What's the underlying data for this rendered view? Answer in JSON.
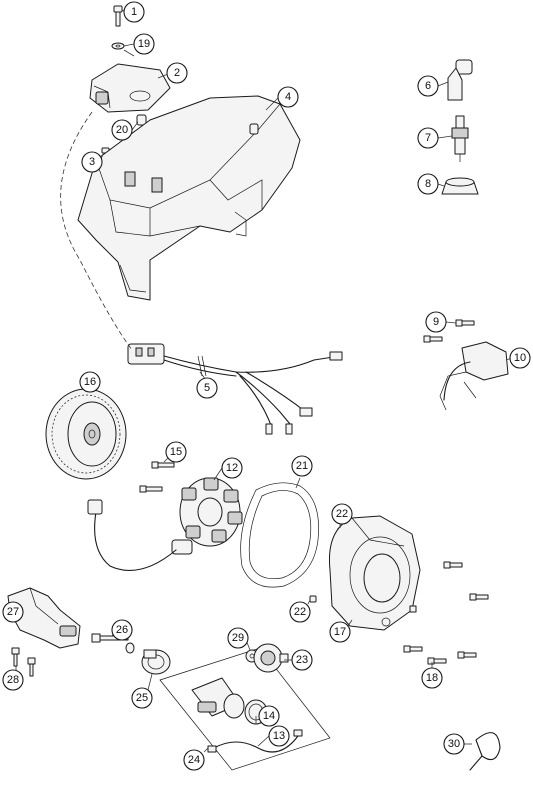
{
  "callouts": [
    {
      "id": "1",
      "label": "1"
    },
    {
      "id": "2",
      "label": "2"
    },
    {
      "id": "3",
      "label": "3"
    },
    {
      "id": "4",
      "label": "4"
    },
    {
      "id": "5",
      "label": "5"
    },
    {
      "id": "6",
      "label": "6"
    },
    {
      "id": "7",
      "label": "7"
    },
    {
      "id": "8",
      "label": "8"
    },
    {
      "id": "9",
      "label": "9"
    },
    {
      "id": "10",
      "label": "10"
    },
    {
      "id": "12",
      "label": "12"
    },
    {
      "id": "13",
      "label": "13"
    },
    {
      "id": "14",
      "label": "14"
    },
    {
      "id": "15",
      "label": "15"
    },
    {
      "id": "16",
      "label": "16"
    },
    {
      "id": "17",
      "label": "17"
    },
    {
      "id": "18",
      "label": "18"
    },
    {
      "id": "19",
      "label": "19"
    },
    {
      "id": "20",
      "label": "20"
    },
    {
      "id": "21",
      "label": "21"
    },
    {
      "id": "22a",
      "label": "22"
    },
    {
      "id": "22b",
      "label": "22"
    },
    {
      "id": "23",
      "label": "23"
    },
    {
      "id": "24",
      "label": "24"
    },
    {
      "id": "25",
      "label": "25"
    },
    {
      "id": "26",
      "label": "26"
    },
    {
      "id": "27",
      "label": "27"
    },
    {
      "id": "28",
      "label": "28"
    },
    {
      "id": "29",
      "label": "29"
    },
    {
      "id": "30",
      "label": "30"
    }
  ]
}
